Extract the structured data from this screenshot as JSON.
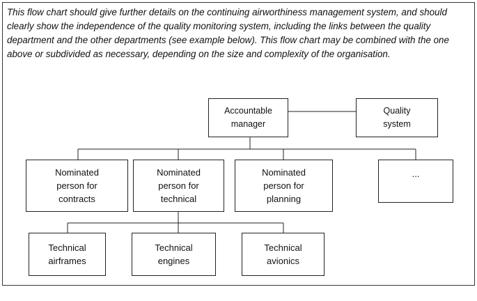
{
  "intro_text": "This flow chart should give further details on the continuing airworthiness management system, and should clearly show the independence of the quality monitoring system, including the links between the quality department and the other departments (see example below). This flow chart may be combined with the one above or subdivided as necessary, depending on the size and complexity of the organisation.",
  "chart": {
    "accountable_manager": "Accountable\nmanager",
    "quality_system": "Quality\nsystem",
    "nominated": [
      "Nominated\nperson for\ncontracts",
      "Nominated\nperson for\ntechnical",
      "Nominated\nperson for\nplanning",
      "..."
    ],
    "technical": [
      "Technical\nairframes",
      "Technical\nengines",
      "Technical\navionics"
    ]
  }
}
